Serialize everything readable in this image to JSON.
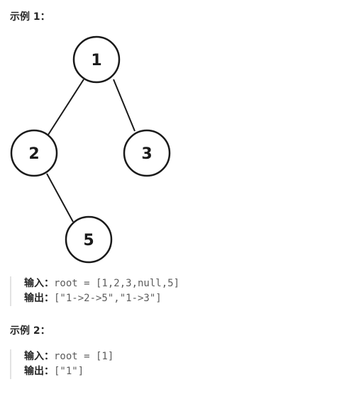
{
  "example1": {
    "title": "示例 1：",
    "tree": {
      "nodes": [
        "1",
        "2",
        "3",
        "5"
      ]
    },
    "input_label": "输入：",
    "input_value": "root = [1,2,3,null,5]",
    "output_label": "输出：",
    "output_value": "[\"1->2->5\",\"1->3\"]"
  },
  "example2": {
    "title": "示例 2：",
    "input_label": "输入：",
    "input_value": "root = [1]",
    "output_label": "输出：",
    "output_value": "[\"1\"]"
  }
}
